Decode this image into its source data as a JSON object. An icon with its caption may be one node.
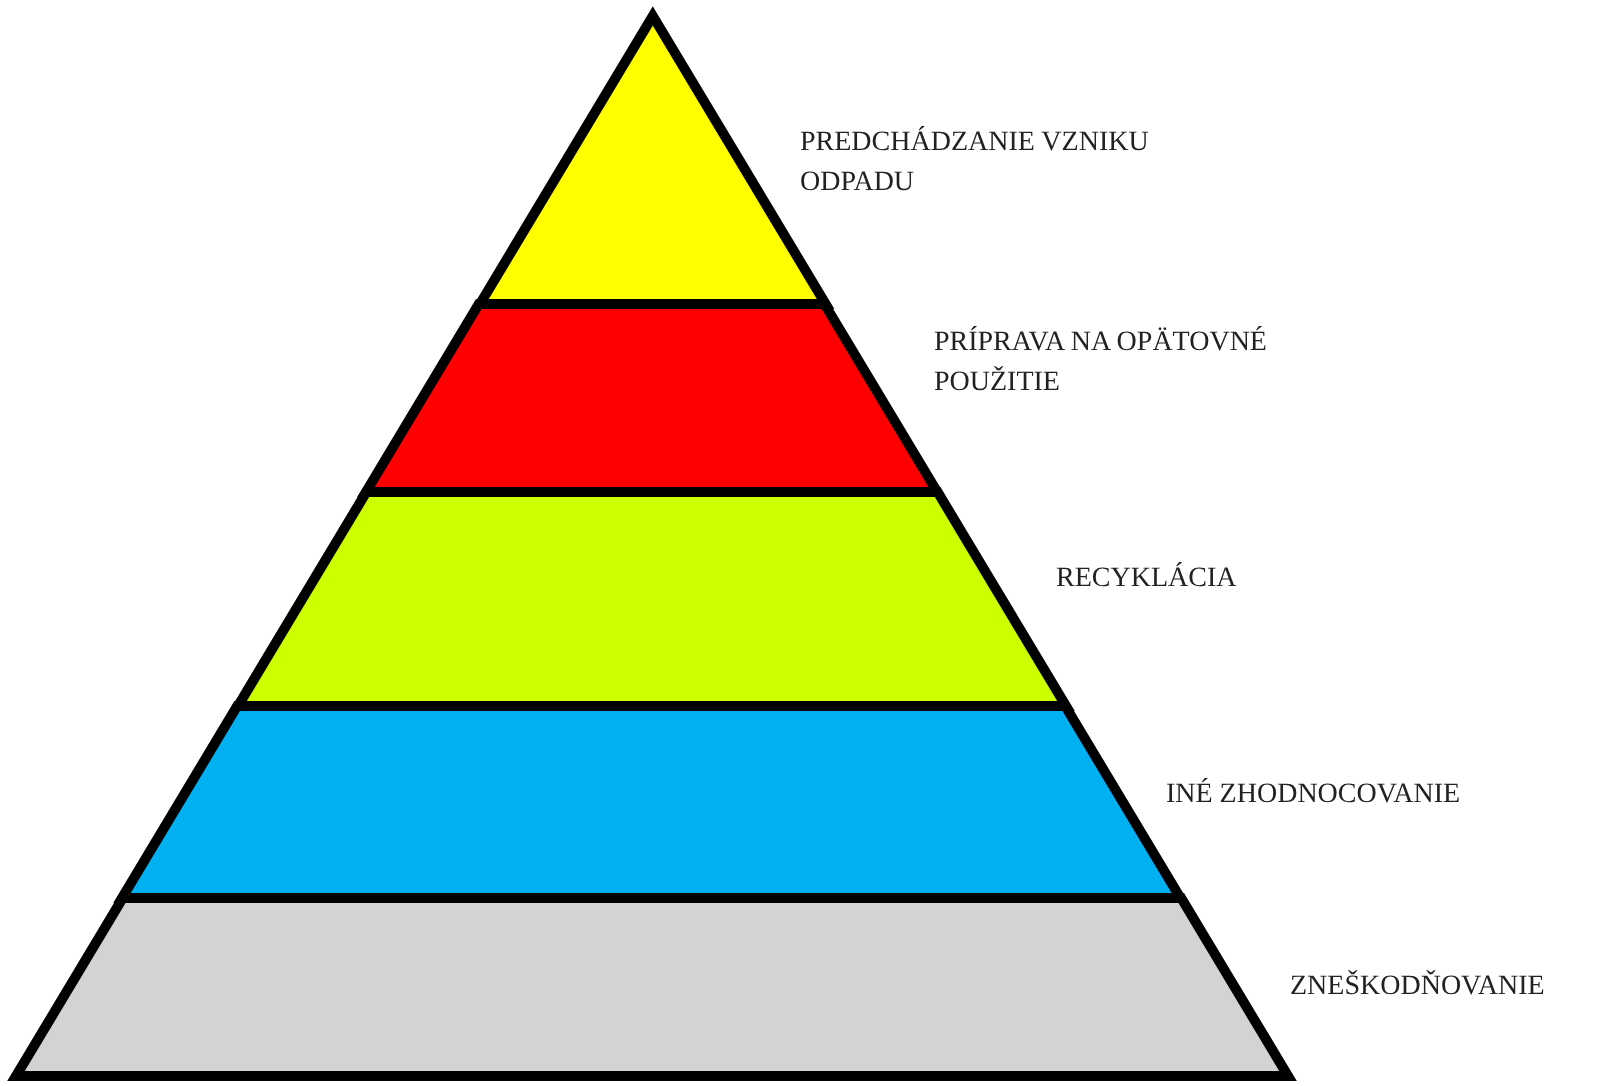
{
  "diagram": {
    "nodes": [
      {
        "text": [
          "PREDCHÁDZANIE VZNIKU ODPADU"
        ]
      },
      {
        "text": [
          "PRÍPRAVA NA OPÄTOVNÉ POUŽITIE"
        ]
      },
      {
        "text": [
          "RECYKLÁCIA"
        ]
      },
      {
        "text": [
          "INÉ ZHODNOCOVANIE"
        ]
      },
      {
        "text": [
          "ZNEŠKODŇOVANIE"
        ]
      }
    ]
  }
}
